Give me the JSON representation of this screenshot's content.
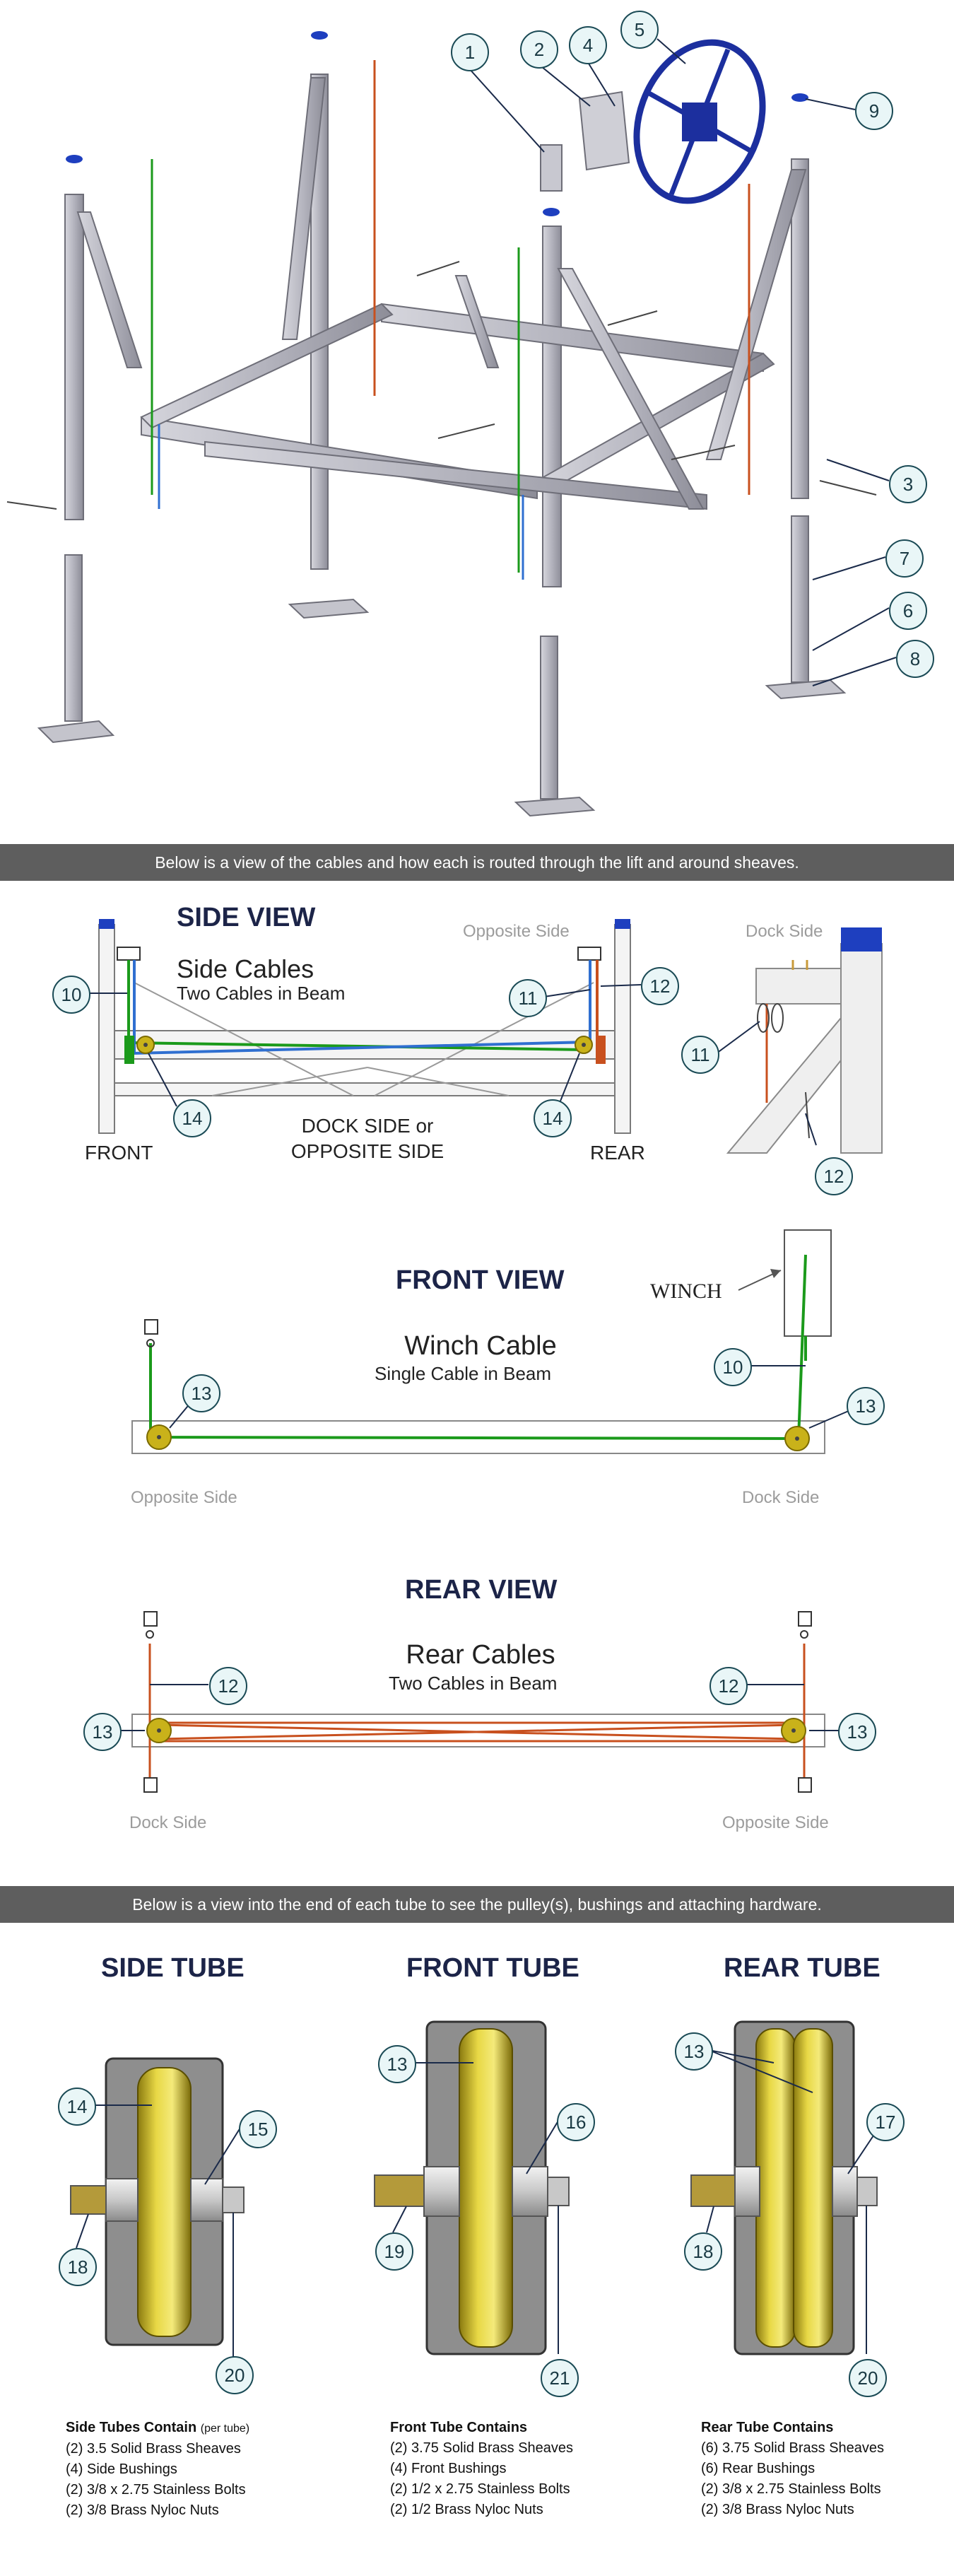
{
  "banners": {
    "cables": "Below is a view of the cables and how each is routed through the lift and around sheaves.",
    "tubes": "Below is a view into the end of each tube to see the pulley(s), bushings and attaching hardware."
  },
  "exploded_view": {
    "callouts": [
      "1",
      "2",
      "4",
      "5",
      "9",
      "3",
      "7",
      "6",
      "8"
    ]
  },
  "side_view": {
    "title": "SIDE VIEW",
    "heading": "Side Cables",
    "subheading": "Two Cables in Beam",
    "opposite_side": "Opposite Side",
    "dock_side": "Dock Side",
    "front": "FRONT",
    "rear": "REAR",
    "center_label_1": "DOCK SIDE or",
    "center_label_2": "OPPOSITE SIDE",
    "callouts": {
      "c10": "10",
      "c11": "11",
      "c12": "12",
      "c14a": "14",
      "c14b": "14",
      "d11": "11",
      "d12": "12"
    }
  },
  "front_view": {
    "title": "FRONT VIEW",
    "heading": "Winch Cable",
    "subheading": "Single Cable in Beam",
    "winch": "WINCH",
    "opposite_side": "Opposite Side",
    "dock_side": "Dock Side",
    "callouts": {
      "c13a": "13",
      "c10": "10",
      "c13b": "13"
    }
  },
  "rear_view": {
    "title": "REAR VIEW",
    "heading": "Rear Cables",
    "subheading": "Two Cables in Beam",
    "dock_side": "Dock Side",
    "opposite_side": "Opposite Side",
    "callouts": {
      "c12a": "12",
      "c13a": "13",
      "c12b": "12",
      "c13b": "13"
    }
  },
  "tubes": {
    "side": {
      "title": "SIDE TUBE",
      "callouts": {
        "a": "14",
        "b": "15",
        "c": "18",
        "d": "20"
      },
      "contents_title": "Side Tubes Contain",
      "contents_note": "(per tube)",
      "items": [
        "(2) 3.5 Solid Brass Sheaves",
        "(4) Side Bushings",
        "(2) 3/8 x 2.75 Stainless Bolts",
        "(2) 3/8 Brass Nyloc Nuts"
      ]
    },
    "front": {
      "title": "FRONT TUBE",
      "callouts": {
        "a": "13",
        "b": "16",
        "c": "19",
        "d": "21"
      },
      "contents_title": "Front Tube Contains",
      "items": [
        "(2) 3.75 Solid Brass Sheaves",
        "(4) Front Bushings",
        "(2) 1/2 x 2.75 Stainless Bolts",
        "(2) 1/2 Brass Nyloc Nuts"
      ]
    },
    "rear": {
      "title": "REAR TUBE",
      "callouts": {
        "a": "13",
        "b": "17",
        "c": "18",
        "d": "20"
      },
      "contents_title": "Rear Tube Contains",
      "items": [
        "(6) 3.75 Solid Brass Sheaves",
        "(6) Rear Bushings",
        "(2) 3/8 x 2.75 Stainless Bolts",
        "(2) 3/8 Brass Nyloc Nuts"
      ]
    }
  },
  "colors": {
    "frame": "#b9b9c3",
    "cable_green": "#1b9a1b",
    "cable_blue": "#2f6fd0",
    "cable_orange": "#c8501e",
    "sheave": "#c9b21a",
    "cap_blue": "#1e3fbf",
    "wheel": "#1c2f9e"
  }
}
